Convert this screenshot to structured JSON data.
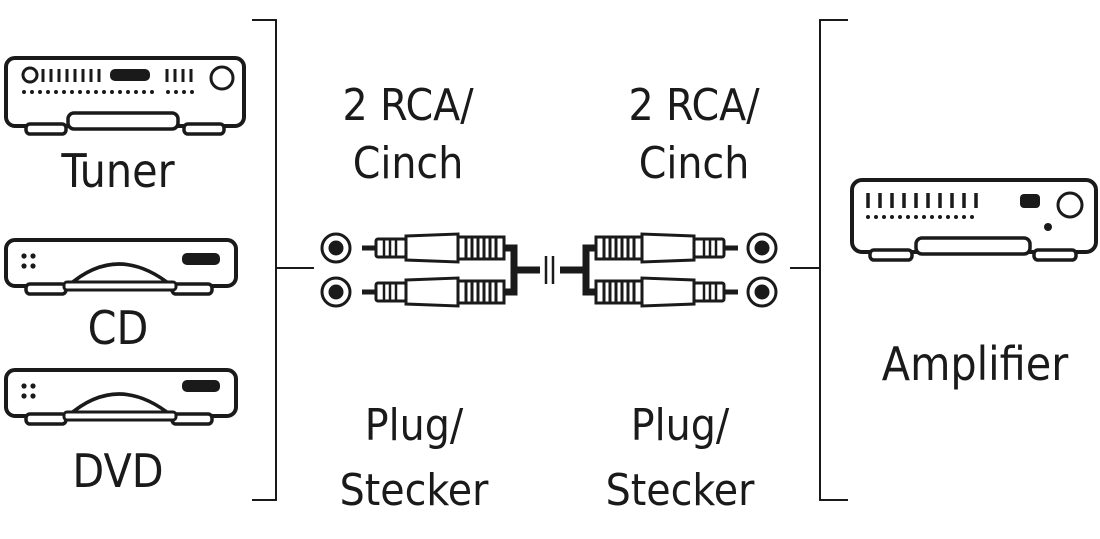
{
  "colors": {
    "ink": "#1a1a1a",
    "paper": "#ffffff"
  },
  "devices": {
    "tuner": {
      "label": "Tuner",
      "icon": "tuner-icon"
    },
    "cd": {
      "label": "CD",
      "icon": "cd-player-icon"
    },
    "dvd": {
      "label": "DVD",
      "icon": "dvd-player-icon"
    },
    "amplifier": {
      "label": "Amplifier",
      "icon": "amplifier-icon"
    }
  },
  "connectors": {
    "left": {
      "type_line1": "2 RCA/",
      "type_line2": "Cinch",
      "kind_line1": "Plug/",
      "kind_line2": "Stecker"
    },
    "right": {
      "type_line1": "2 RCA/",
      "type_line2": "Cinch",
      "kind_line1": "Plug/",
      "kind_line2": "Stecker"
    }
  },
  "cable_icon": "dual-rca-cable-icon"
}
